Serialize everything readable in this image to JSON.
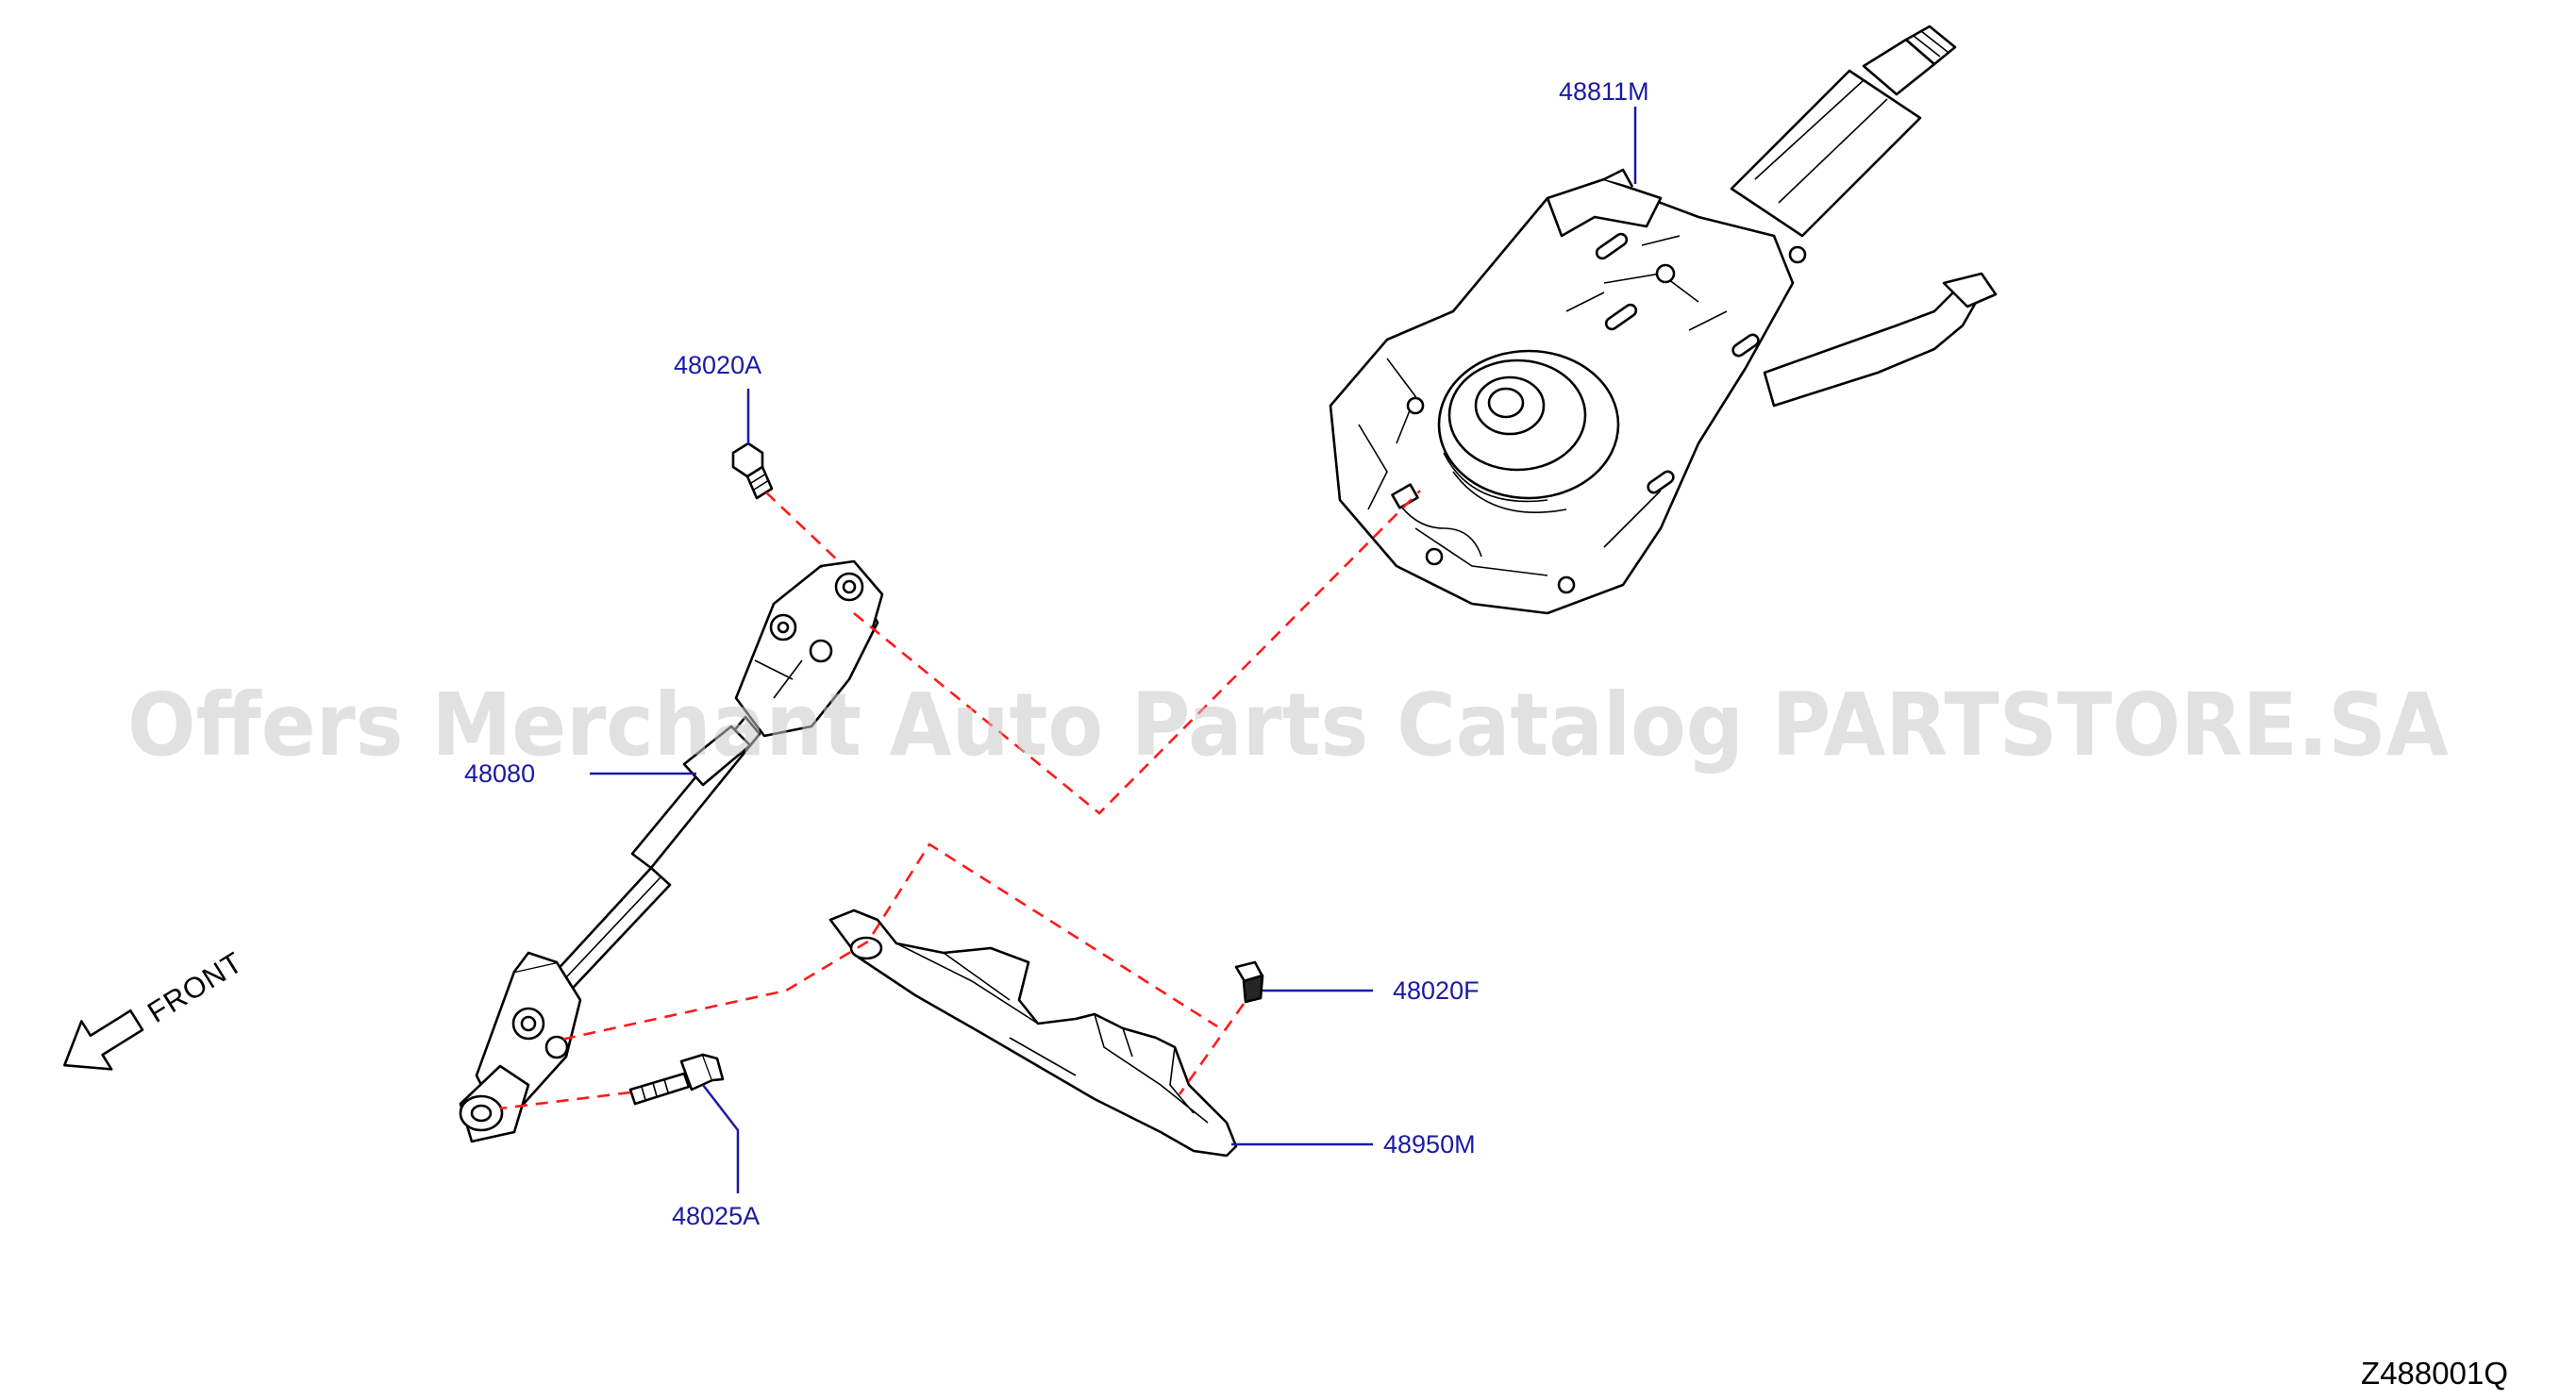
{
  "watermark": "Offers Merchant Auto Parts Catalog PARTSTORE.SA",
  "drawing_code": "Z488001Q",
  "orientation": {
    "label": "FRONT",
    "icon": "front-arrow-icon"
  },
  "parts": [
    {
      "id": "48811M"
    },
    {
      "id": "48020A"
    },
    {
      "id": "48080"
    },
    {
      "id": "48020F"
    },
    {
      "id": "48950M"
    },
    {
      "id": "48025A"
    }
  ],
  "colors": {
    "label": "#1a1aa6",
    "connector": "#ff1a1a",
    "line": "#000000",
    "watermark": "#c8c8c8"
  }
}
